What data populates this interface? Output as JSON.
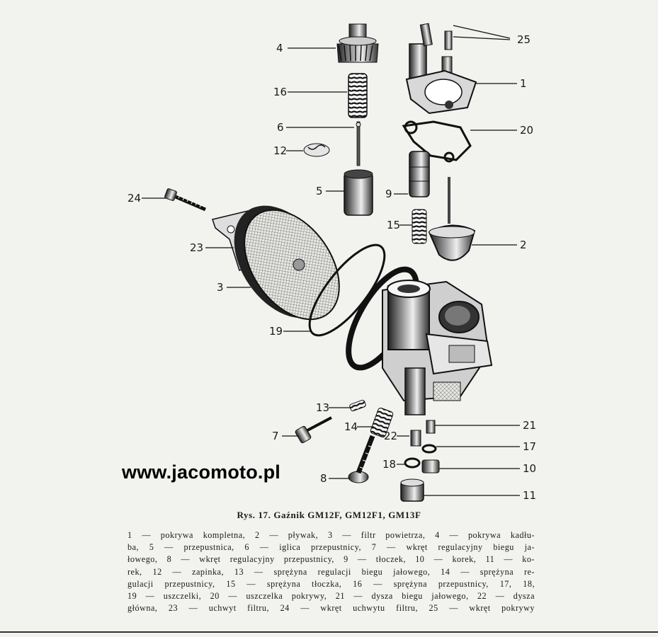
{
  "watermark": "www.jacomoto.pl",
  "caption": {
    "title": "Rys. 17. Gaźnik GM12F, GM12F1, GM13F",
    "lines": [
      "1 — pokrywa kompletna, 2 — pływak, 3 — filtr powietrza, 4 — pokrywa kadłu-",
      "ba, 5 — przepustnica, 6 — iglica przepustnicy, 7 — wkręt regulacyjny biegu ja-",
      "łowego, 8 — wkręt regulacyjny przepustnicy, 9 — tłoczek, 10 — korek, 11 — ko-",
      "rek, 12 — zapinka, 13 — sprężyna regulacji biegu jałowego, 14 — sprężyna re-",
      "gulacji przepustnicy, 15 — sprężyna tłoczka, 16 — sprężyna przepustnicy, 17, 18,",
      "19 — uszczelki, 20 — uszczelka pokrywy, 21 — dysza biegu jałowego, 22 — dysza",
      "główna, 23 — uchwyt filtru, 24 — wkręt uchwytu filtru, 25 — wkręt pokrywy"
    ]
  },
  "callouts": {
    "n1": "1",
    "n2": "2",
    "n3": "3",
    "n4": "4",
    "n5": "5",
    "n6": "6",
    "n7": "7",
    "n8": "8",
    "n9": "9",
    "n10": "10",
    "n11": "11",
    "n12": "12",
    "n13": "13",
    "n14": "14",
    "n15": "15",
    "n16": "16",
    "n17": "17",
    "n18": "18",
    "n19": "19",
    "n20": "20",
    "n21": "21",
    "n22": "22",
    "n23": "23",
    "n24": "24",
    "n25": "25"
  },
  "figure": {
    "alt": "exploded-view-carburetor-drawing"
  }
}
